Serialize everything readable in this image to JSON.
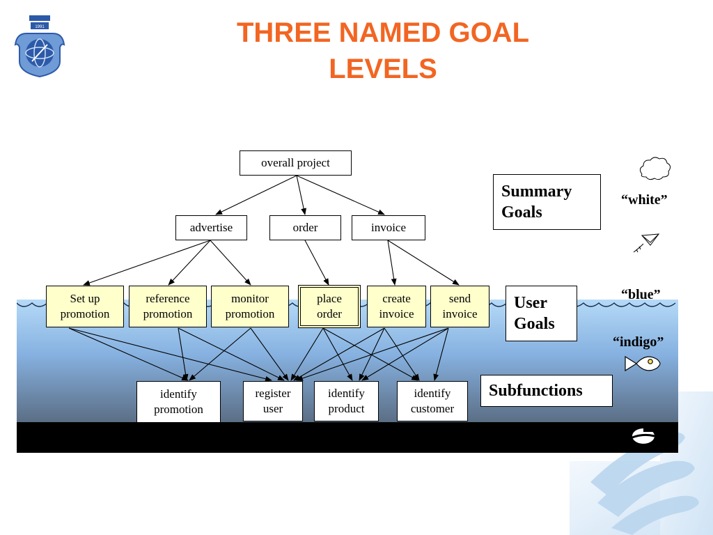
{
  "title": {
    "line1": "THREE NAMED GOAL",
    "line2": "LEVELS"
  },
  "colors": {
    "title": "#f26522",
    "goal_box": "#ffffcc",
    "sea_top": "#a9d2f4",
    "sea_bottom": "#5b6f87",
    "floor": "#000000"
  },
  "diagram": {
    "top": "overall project",
    "summary": [
      "advertise",
      "order",
      "invoice"
    ],
    "user_goals": [
      "Set up\npromotion",
      "reference\npromotion",
      "monitor\npromotion",
      "place\norder",
      "create\ninvoice",
      "send\ninvoice"
    ],
    "subfunctions": [
      "identify\npromotion",
      "register\nuser",
      "identify\nproduct",
      "identify\ncustomer"
    ]
  },
  "labels": {
    "summary": "Summary\nGoals",
    "user": "User\nGoals",
    "subfunctions": "Subfunctions"
  },
  "levels": {
    "white": "“white”",
    "blue": "“blue”",
    "indigo": "“indigo”"
  },
  "icons": [
    "cloud-icon",
    "kite-icon",
    "wave-icon",
    "fish-icon",
    "clam-icon",
    "hand-icon",
    "university-crest-icon"
  ]
}
